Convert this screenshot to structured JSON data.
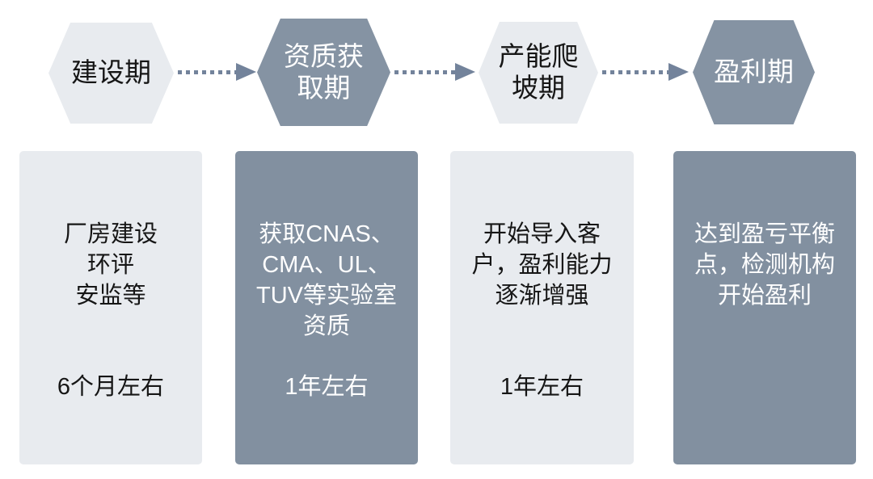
{
  "diagram": {
    "description_semantic": "four-stage development timeline of a testing laboratory",
    "colors": {
      "background": "#FFFFFF",
      "light_fill": "#E8EBEF",
      "dark_fill": "#8593A3",
      "dark_box_fill": "#8290A0",
      "arrow": "#73839B",
      "text_on_light": "#161616",
      "text_on_dark": "#FFFFFF"
    },
    "icons": {
      "connector": "dotted-arrow-right-icon"
    },
    "stages": [
      {
        "tone": "light",
        "label_lines": [
          "建设期"
        ]
      },
      {
        "tone": "dark",
        "label_lines": [
          "资质获",
          "取期"
        ]
      },
      {
        "tone": "light",
        "label_lines": [
          "产能爬",
          "坡期"
        ]
      },
      {
        "tone": "dark",
        "label_lines": [
          "盈利期"
        ]
      }
    ],
    "boxes": [
      {
        "tone": "light",
        "desc_lines": [
          "厂房建设",
          "环评",
          "安监等"
        ],
        "duration": "6个月左右"
      },
      {
        "tone": "dark",
        "desc_lines": [
          "获取CNAS、",
          "CMA、UL、",
          "TUV等实验室",
          "资质"
        ],
        "duration": "1年左右"
      },
      {
        "tone": "light",
        "desc_lines": [
          "开始导入客",
          "户，盈利能力",
          "逐渐增强"
        ],
        "duration": "1年左右"
      },
      {
        "tone": "dark",
        "desc_lines": [
          "达到盈亏平衡",
          "点，检测机构",
          "开始盈利"
        ],
        "duration": ""
      }
    ]
  }
}
